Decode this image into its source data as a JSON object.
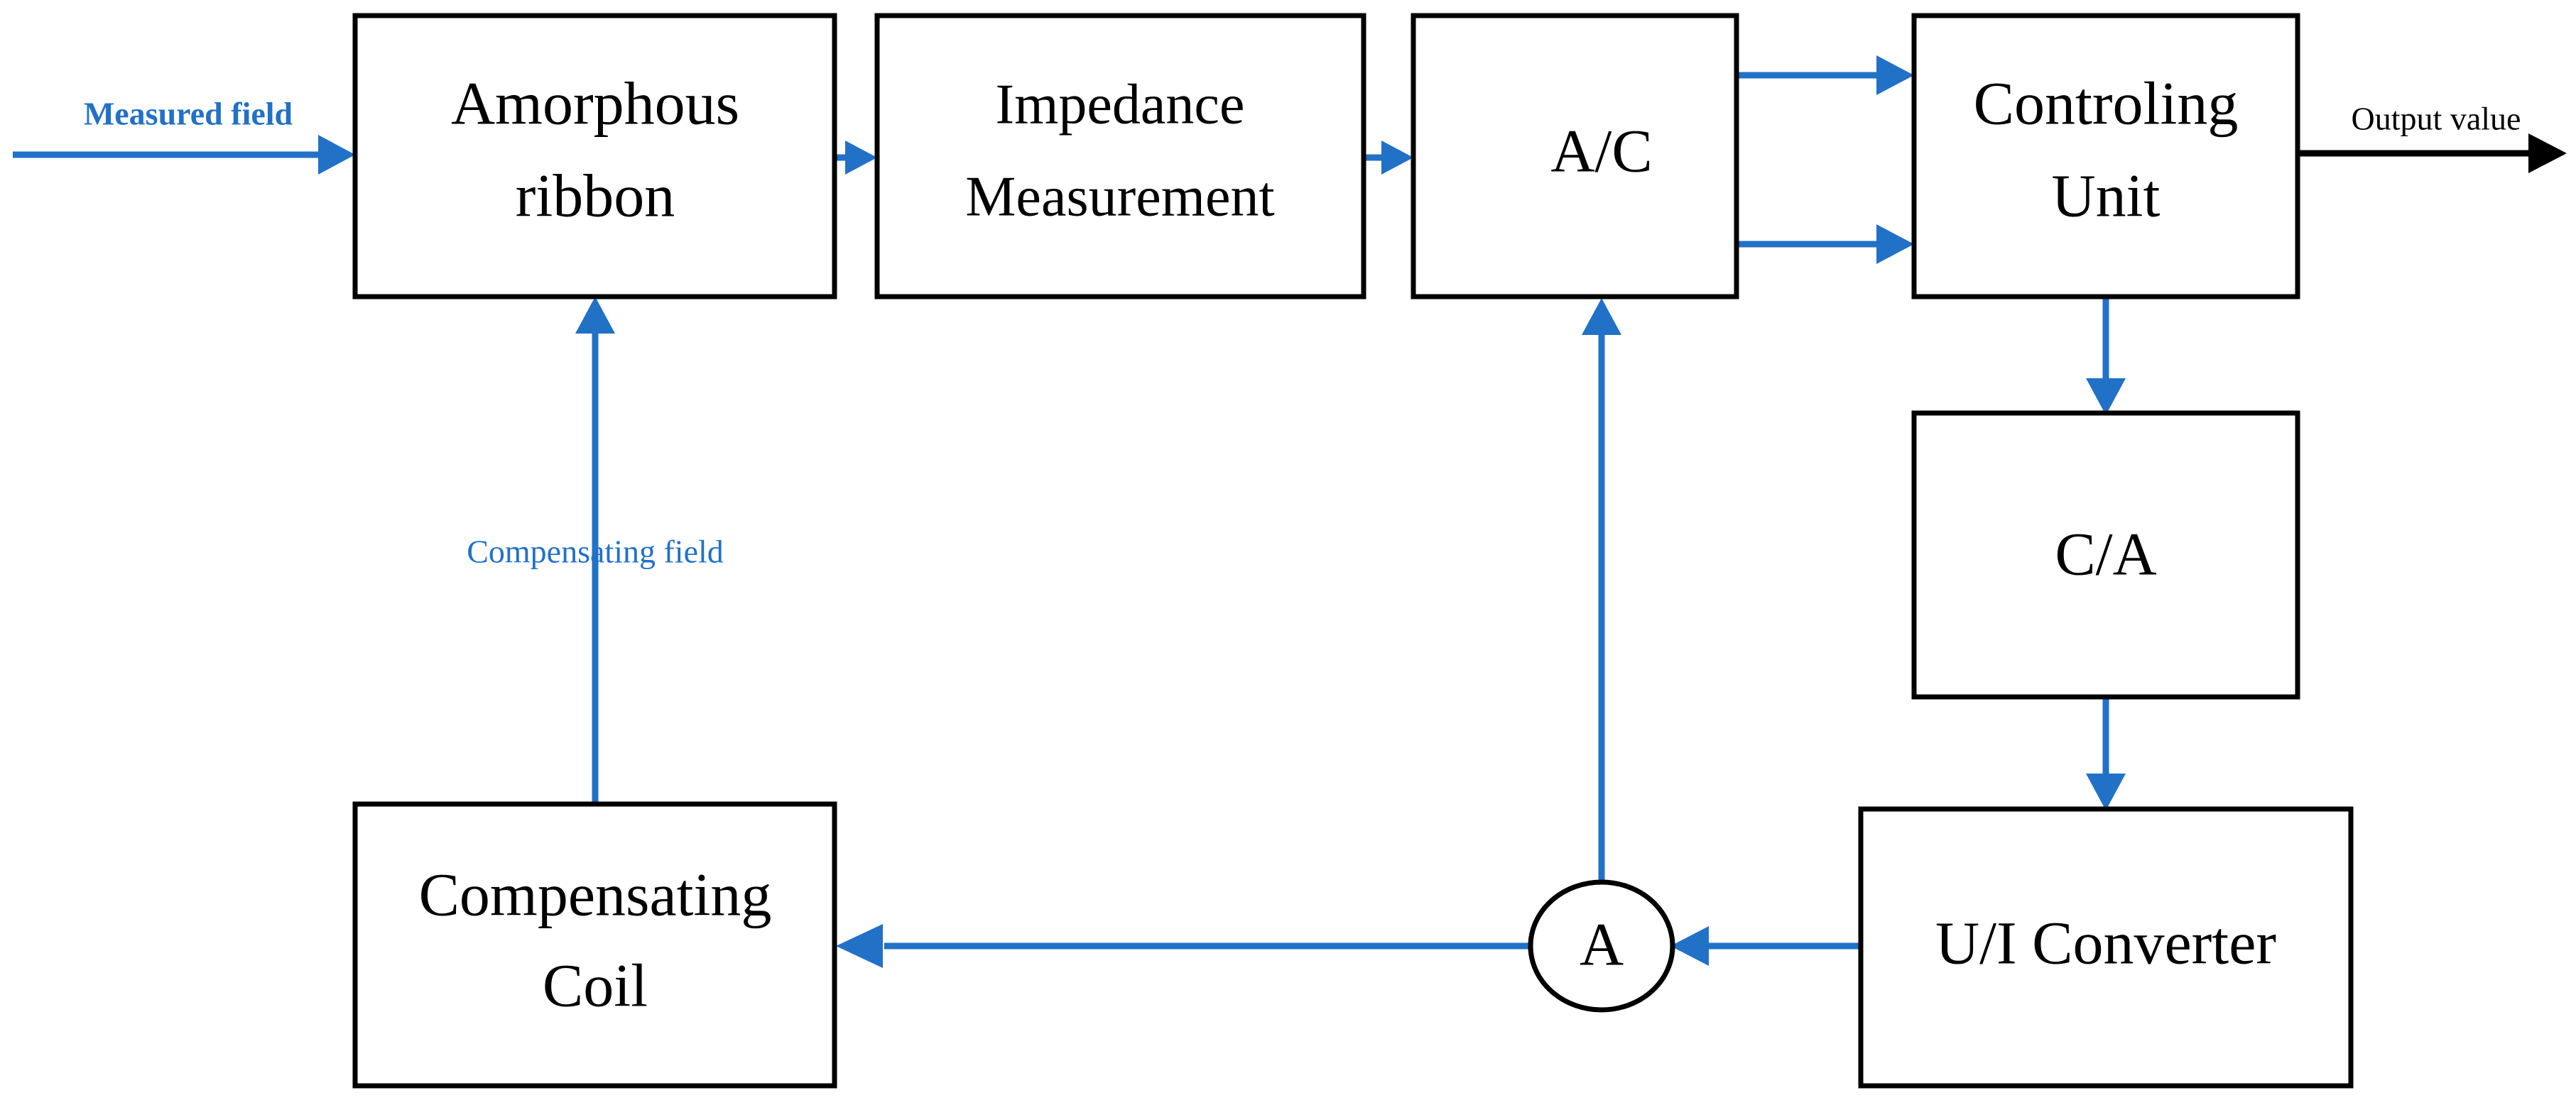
{
  "diagram": {
    "type": "block-diagram",
    "background_color": "#ffffff",
    "accent_color": "#2171c7",
    "line_color": "#000000",
    "nodes": [
      {
        "id": "amorphous_ribbon",
        "label_line1": "Amorphous",
        "label_line2": "ribbon",
        "shape": "rect"
      },
      {
        "id": "impedance_measurement",
        "label_line1": "Impedance",
        "label_line2": "Measurement",
        "shape": "rect"
      },
      {
        "id": "ac_converter",
        "label_line1": "A/C",
        "label_line2": "",
        "shape": "rect"
      },
      {
        "id": "controling_unit",
        "label_line1": "Controling",
        "label_line2": "Unit",
        "shape": "rect"
      },
      {
        "id": "ca_converter",
        "label_line1": "C/A",
        "label_line2": "",
        "shape": "rect"
      },
      {
        "id": "ui_converter",
        "label_line1": "U/I Converter",
        "label_line2": "",
        "shape": "rect"
      },
      {
        "id": "ammeter",
        "label_line1": "A",
        "label_line2": "",
        "shape": "ellipse"
      },
      {
        "id": "compensating_coil",
        "label_line1": "Compensating",
        "label_line2": "Coil",
        "shape": "rect"
      }
    ],
    "edge_labels": {
      "measured_field": "Measured field",
      "compensating_field": "Compensating field",
      "output_value": "Output value"
    },
    "edges": [
      {
        "from": "input",
        "to": "amorphous_ribbon",
        "label": "Measured field",
        "color": "#2171c7"
      },
      {
        "from": "amorphous_ribbon",
        "to": "impedance_measurement",
        "label": "",
        "color": "#2171c7"
      },
      {
        "from": "impedance_measurement",
        "to": "ac_converter",
        "label": "",
        "color": "#2171c7"
      },
      {
        "from": "ac_converter",
        "to": "controling_unit",
        "label": "",
        "color": "#2171c7"
      },
      {
        "from": "ac_converter",
        "to": "controling_unit",
        "label": "",
        "color": "#2171c7"
      },
      {
        "from": "controling_unit",
        "to": "output",
        "label": "Output value",
        "color": "#000000"
      },
      {
        "from": "controling_unit",
        "to": "ca_converter",
        "label": "",
        "color": "#2171c7"
      },
      {
        "from": "ca_converter",
        "to": "ui_converter",
        "label": "",
        "color": "#2171c7"
      },
      {
        "from": "ui_converter",
        "to": "ammeter",
        "label": "",
        "color": "#2171c7"
      },
      {
        "from": "ammeter",
        "to": "ac_converter",
        "label": "",
        "color": "#2171c7"
      },
      {
        "from": "ammeter",
        "to": "compensating_coil",
        "label": "",
        "color": "#2171c7"
      },
      {
        "from": "compensating_coil",
        "to": "amorphous_ribbon",
        "label": "Compensating field",
        "color": "#2171c7"
      }
    ]
  }
}
